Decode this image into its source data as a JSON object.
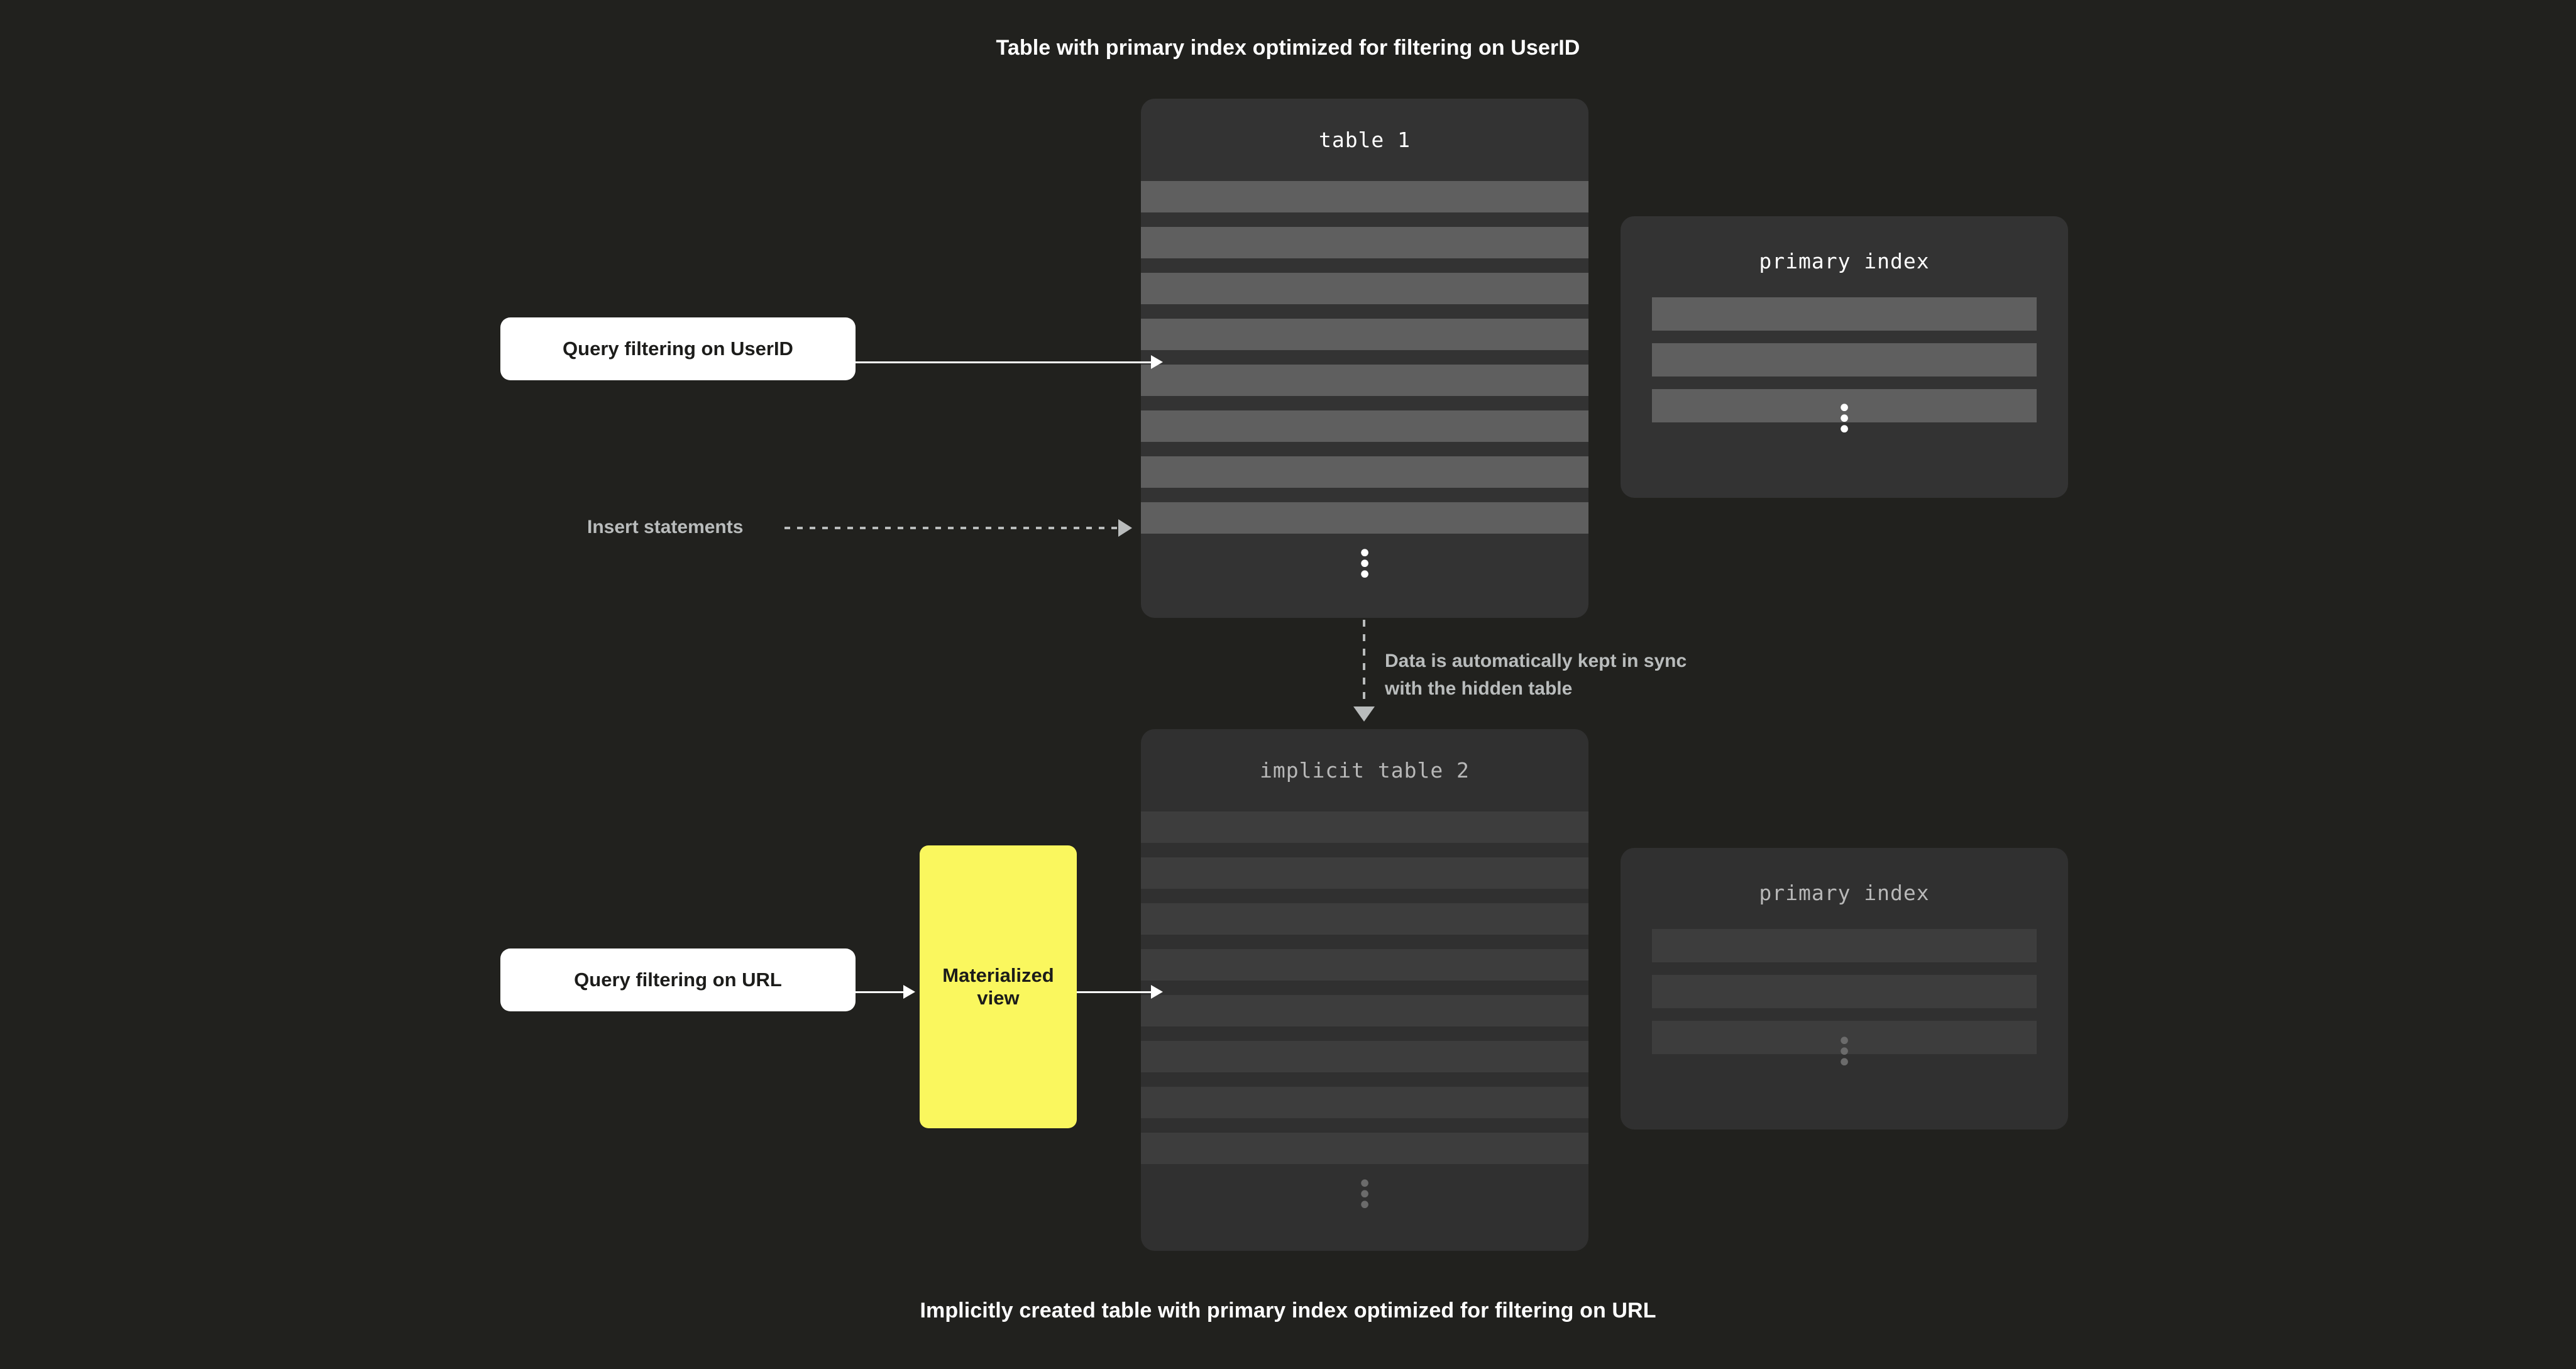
{
  "captions": {
    "top": "Table with primary index optimized for filtering on UserID",
    "bottom": "Implicitly created table with primary index optimized for filtering on URL"
  },
  "colors": {
    "background": "#21211E",
    "panel_bright": "#333333",
    "panel_dim": "#303030",
    "row_bright": "#5F5F5F",
    "row_dim": "#3D3D3D",
    "query_box": "#FFFFFF",
    "materialized_view": "#FAF75E",
    "connector_solid": "#FFFFFF",
    "connector_dashed": "#B9BCBC",
    "text_bright": "#FFFFFF",
    "text_dim": "#B8B8B8"
  },
  "top_section": {
    "table": {
      "title": "table 1",
      "row_count": 8,
      "ellipsis": "vertical-ellipsis"
    },
    "primary_index": {
      "title": "primary index",
      "row_count": 3,
      "ellipsis": "vertical-ellipsis"
    },
    "query_box": {
      "label": "Query filtering on UserID"
    },
    "insert_connector": {
      "label": "Insert statements",
      "style": "dashed",
      "arrow": "right"
    }
  },
  "sync_connector": {
    "label_line_1": "Data is automatically kept in sync",
    "label_line_2": "with the hidden table",
    "style": "dashed",
    "arrow": "down"
  },
  "bottom_section": {
    "table": {
      "title": "implicit table 2",
      "row_count": 8,
      "ellipsis": "vertical-ellipsis"
    },
    "primary_index": {
      "title": "primary index",
      "row_count": 3,
      "ellipsis": "vertical-ellipsis"
    },
    "query_box": {
      "label": "Query filtering on URL"
    },
    "materialized_view": {
      "label_line_1": "Materialized",
      "label_line_2": "view"
    }
  }
}
